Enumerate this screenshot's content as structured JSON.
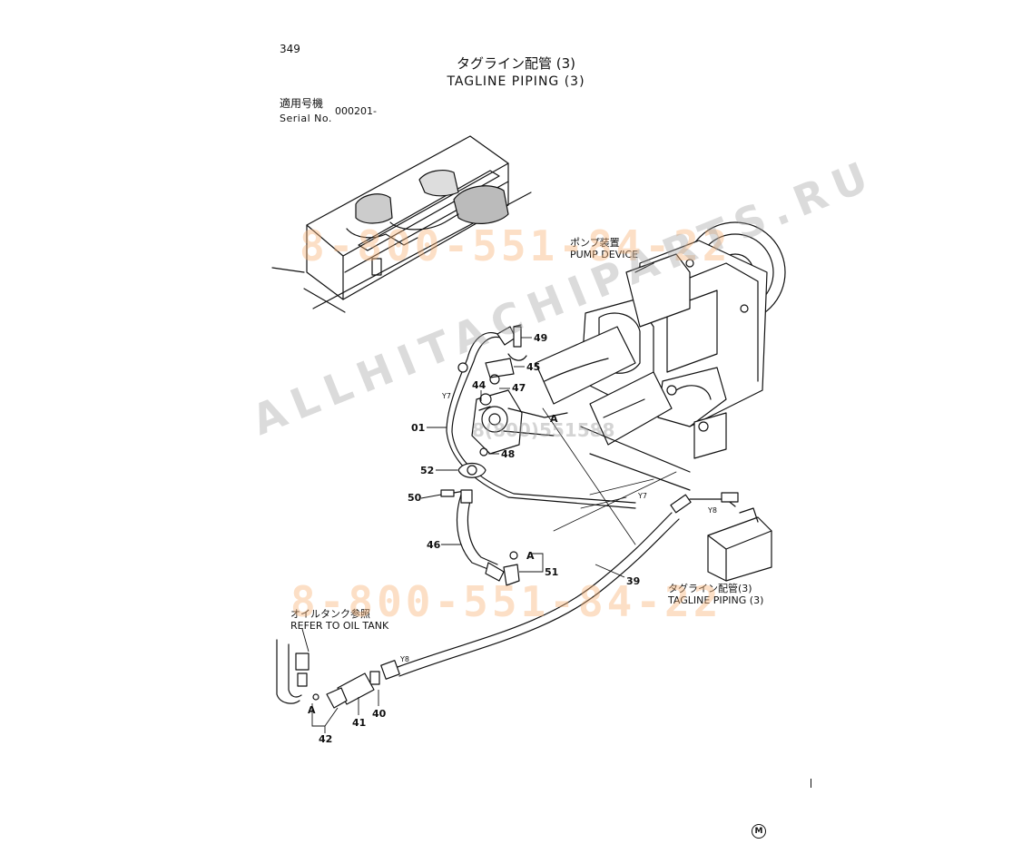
{
  "page": {
    "number": "349",
    "title_jp": "タグライン配管 (3)",
    "title_en": "TAGLINE PIPING (3)",
    "serial_label_jp": "適用号機",
    "serial_label_en": "Serial No.",
    "serial_value": "000201-"
  },
  "labels": {
    "pump_jp": "ポンプ装置",
    "pump_en": "PUMP DEVICE",
    "tagline_jp": "タグライン配管(3)",
    "tagline_en": "TAGLINE PIPING (3)",
    "oiltank_jp": "オイルタンク参照",
    "oiltank_en": "REFER TO OIL TANK"
  },
  "callouts": {
    "c49": "49",
    "c45": "45",
    "c44": "44",
    "c47": "47",
    "c01": "01",
    "c48": "48",
    "c52": "52",
    "c50": "50",
    "c46": "46",
    "c51": "51",
    "c39": "39",
    "c40": "40",
    "c41": "41",
    "c42": "42",
    "a1": "A",
    "a2": "A",
    "a3": "A"
  },
  "hose_marks": {
    "y7a": "Y7",
    "y7b": "Y7",
    "y8a": "Y8",
    "y8b": "Y8"
  },
  "watermarks": {
    "phone": "8-800-551-84-22",
    "brand": "ALLHITACHIPARTS.RU",
    "brand_small": "8(800)551588"
  },
  "corner_mark": "M",
  "colors": {
    "ink": "#111111",
    "watermark_phone": "#f7b278",
    "watermark_brand": "#a0a0a0"
  }
}
